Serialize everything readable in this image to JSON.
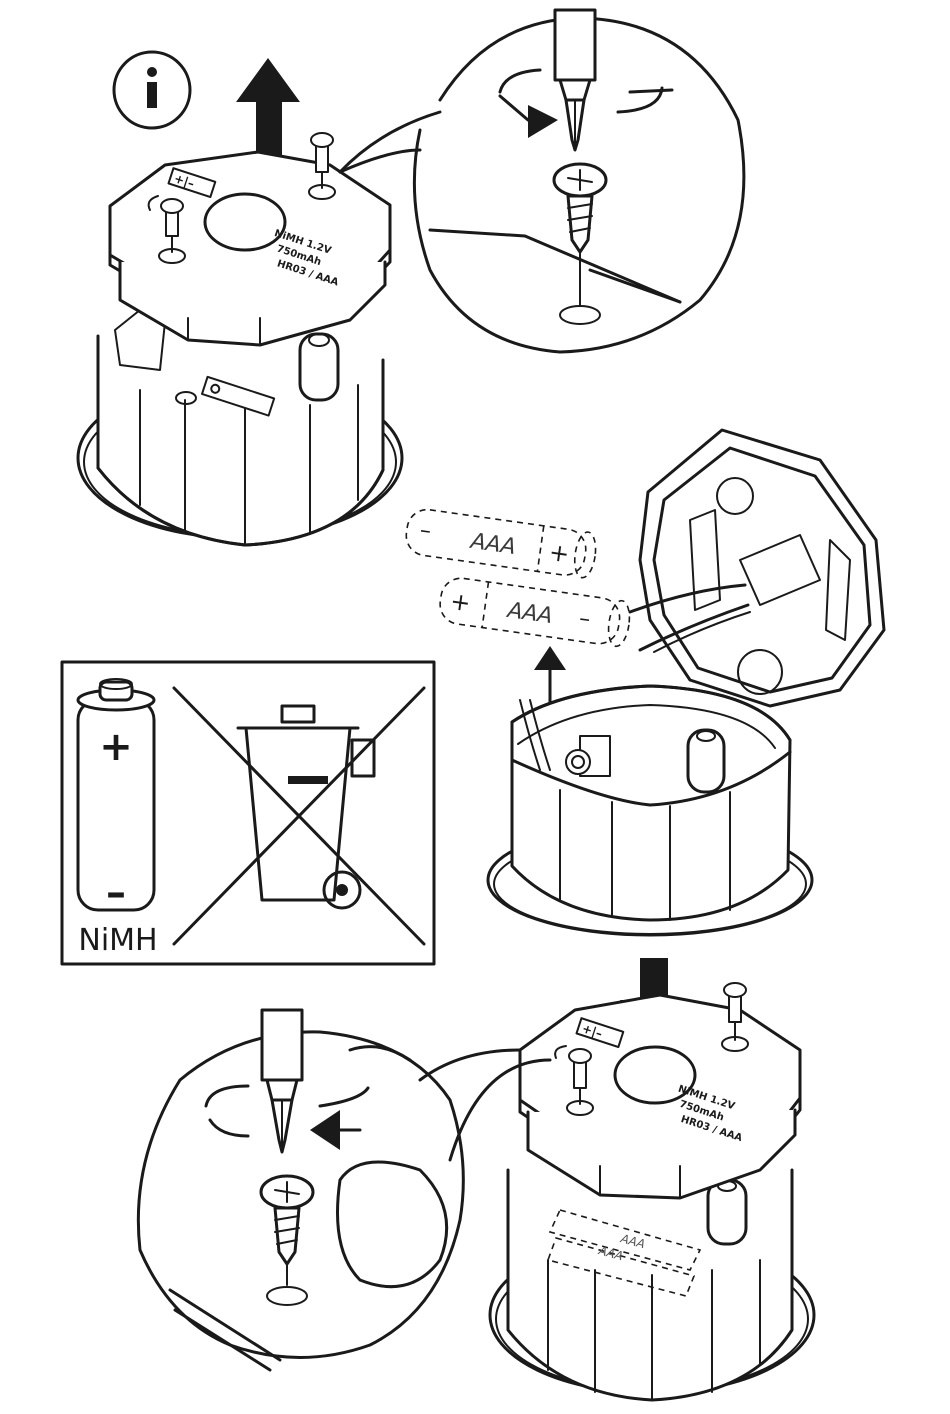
{
  "icons": {
    "info": "info-icon",
    "weee": "crossed-out-bin-icon",
    "battery": "battery-icon",
    "screwdriver": "screwdriver-icon",
    "screw": "screw-icon"
  },
  "colors": {
    "ink": "#1a1a1a",
    "background": "#ffffff"
  },
  "battery_spec": {
    "line1": "NiMH 1.2V",
    "line2": "750mAh",
    "line3": "HR03 / AAA"
  },
  "loose_batteries": [
    {
      "type": "AAA",
      "plus": "+",
      "minus": "–"
    },
    {
      "type": "AAA",
      "plus": "+",
      "minus": "–"
    }
  ],
  "installed_batteries": [
    "AAA",
    "AAA"
  ],
  "disposal_panel": {
    "battery_plus": "+",
    "battery_minus": "–",
    "chemistry": "NiMH"
  }
}
